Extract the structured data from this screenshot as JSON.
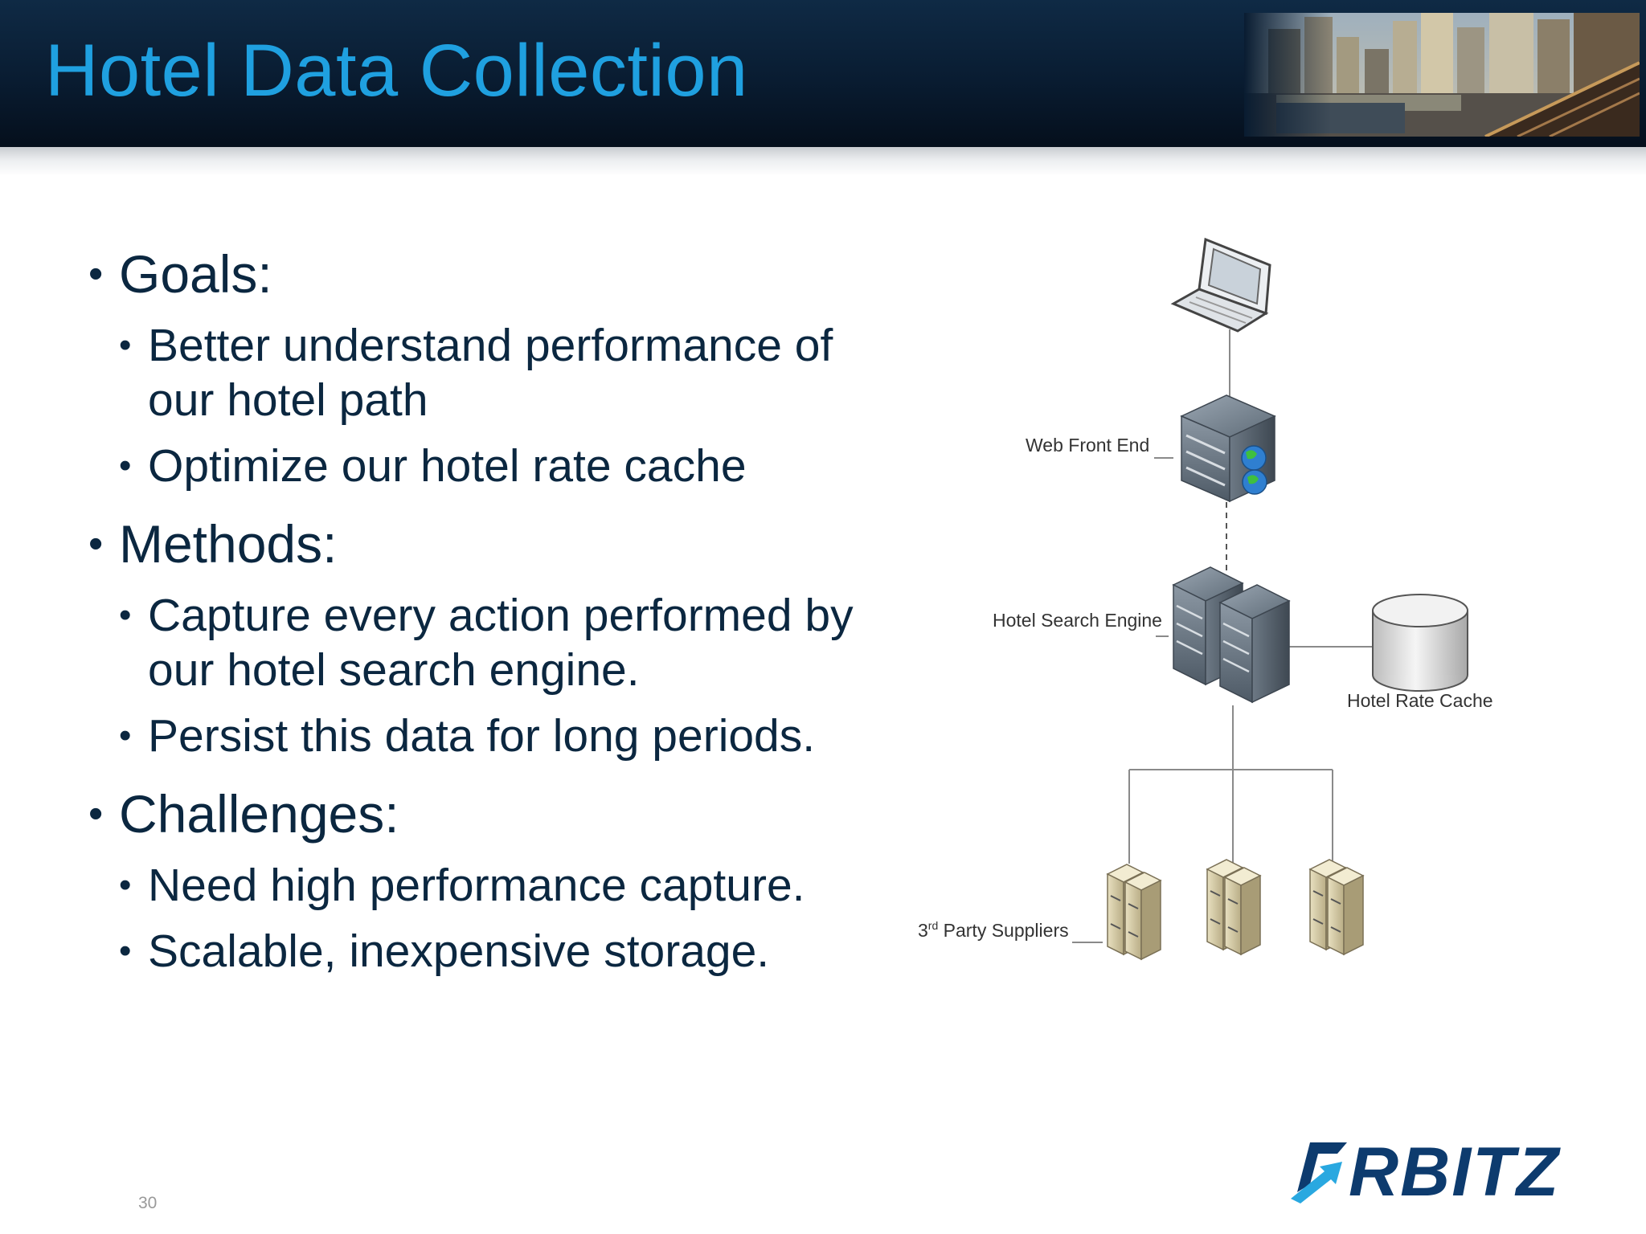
{
  "slide": {
    "title": "Hotel Data Collection",
    "page_number": "30"
  },
  "bullets": [
    {
      "label": "Goals:",
      "items": [
        "Better understand performance of our hotel path",
        "Optimize our hotel rate cache"
      ]
    },
    {
      "label": "Methods:",
      "items": [
        "Capture every action performed by our hotel search engine.",
        "Persist this data for long periods."
      ]
    },
    {
      "label": "Challenges:",
      "items": [
        "Need high performance capture.",
        "Scalable, inexpensive storage."
      ]
    }
  ],
  "diagram": {
    "web_front_end": "Web Front End",
    "hotel_search_engine": "Hotel Search Engine",
    "hotel_rate_cache": "Hotel Rate Cache",
    "suppliers_prefix": "3",
    "suppliers_sup": "rd",
    "suppliers_suffix": " Party Suppliers"
  },
  "logo": {
    "text": "RBITZ"
  },
  "colors": {
    "title": "#1fa0e0",
    "body_text": "#0b2740",
    "logo": "#0d3b6e",
    "header": "#091c31"
  }
}
